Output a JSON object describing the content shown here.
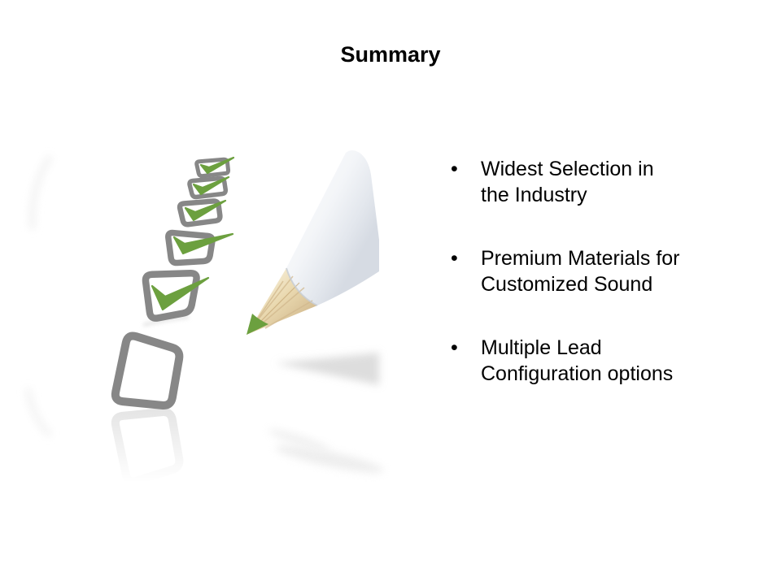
{
  "slide": {
    "title": "Summary",
    "bullet_char": "•",
    "bullets": [
      {
        "lines": [
          "Widest Selection in",
          "the Industry"
        ]
      },
      {
        "lines": [
          "Premium Materials for",
          "Customized Sound"
        ]
      },
      {
        "lines": [
          "Multiple Lead",
          "Configuration options"
        ]
      }
    ]
  },
  "illustration": {
    "name": "checklist-with-pencil",
    "description": "3D rendered checklist: six gray rounded checkboxes in perspective, top five ticked with green checkmarks, bottom one empty, with a white pencil with wooden cone and green tip pointing at the list, soft reflections below",
    "checkboxes_total": 6,
    "checkboxes_checked": 5
  },
  "theme_colors": {
    "check_green": "#6ca03f",
    "box_gray": "#878787",
    "text_black": "#000000",
    "background": "#ffffff"
  }
}
